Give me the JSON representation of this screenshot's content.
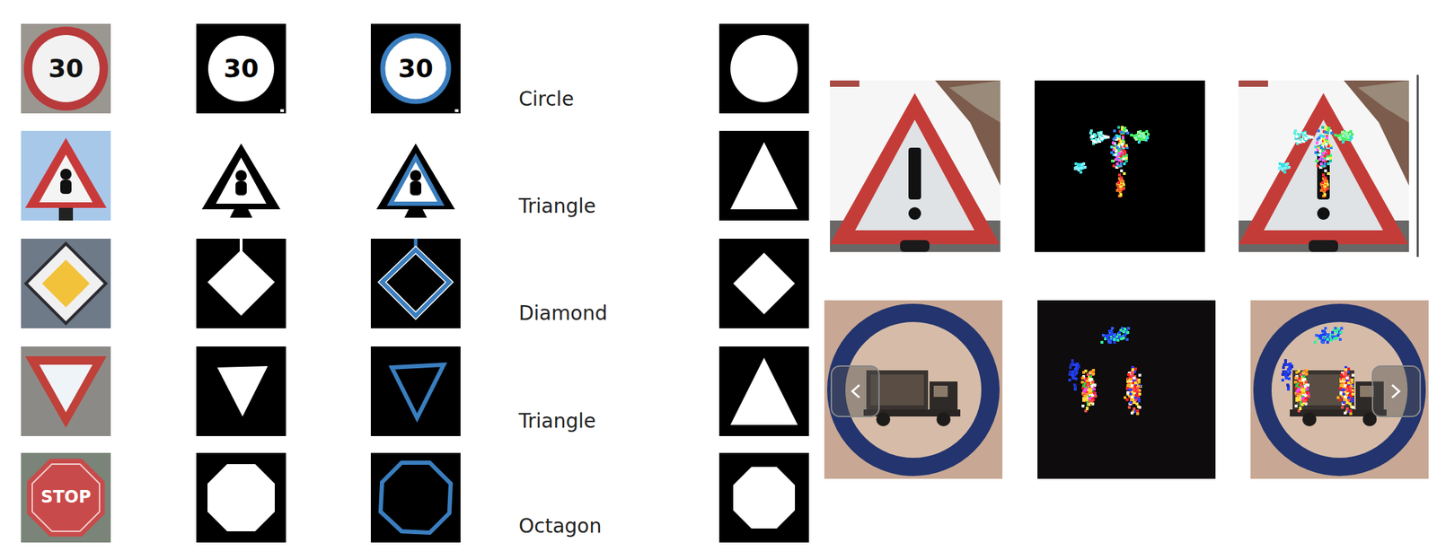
{
  "diagram": {
    "labels": [
      "Circle",
      "Triangle",
      "Diamond",
      "Triangle",
      "Octagon",
      "30",
      "30",
      "30",
      "STOP"
    ]
  }
}
